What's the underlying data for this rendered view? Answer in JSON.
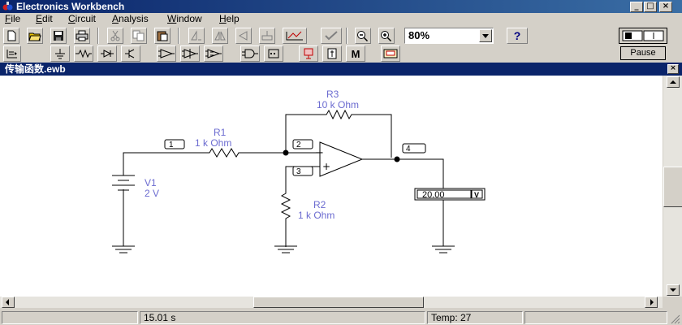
{
  "app": {
    "title": "Electronics Workbench"
  },
  "window_controls": {
    "minimize": "_",
    "maximize": "□",
    "close": "×"
  },
  "menu": [
    {
      "label": "File",
      "ul": "F",
      "rest": "ile"
    },
    {
      "label": "Edit",
      "ul": "E",
      "rest": "dit"
    },
    {
      "label": "Circuit",
      "ul": "C",
      "rest": "ircuit"
    },
    {
      "label": "Analysis",
      "ul": "A",
      "rest": "nalysis"
    },
    {
      "label": "Window",
      "ul": "W",
      "rest": "indow"
    },
    {
      "label": "Help",
      "ul": "H",
      "rest": "elp"
    }
  ],
  "toolbar": {
    "zoom": "80%",
    "help": "?",
    "pause": "Pause",
    "mfg": "M"
  },
  "document": {
    "title": "传输函数.ewb"
  },
  "circuit": {
    "r1": {
      "name": "R1",
      "value": "1 k Ohm"
    },
    "r2": {
      "name": "R2",
      "value": "1 k Ohm"
    },
    "r3": {
      "name": "R3",
      "value": "10 k Ohm"
    },
    "v1": {
      "name": "V1",
      "value": "2 V"
    },
    "nodes": [
      "1",
      "2",
      "3",
      "4"
    ],
    "voltmeter": {
      "reading": "20.00",
      "unit": "V"
    }
  },
  "status": {
    "time": "15.01 s",
    "temp": "Temp:  27"
  }
}
